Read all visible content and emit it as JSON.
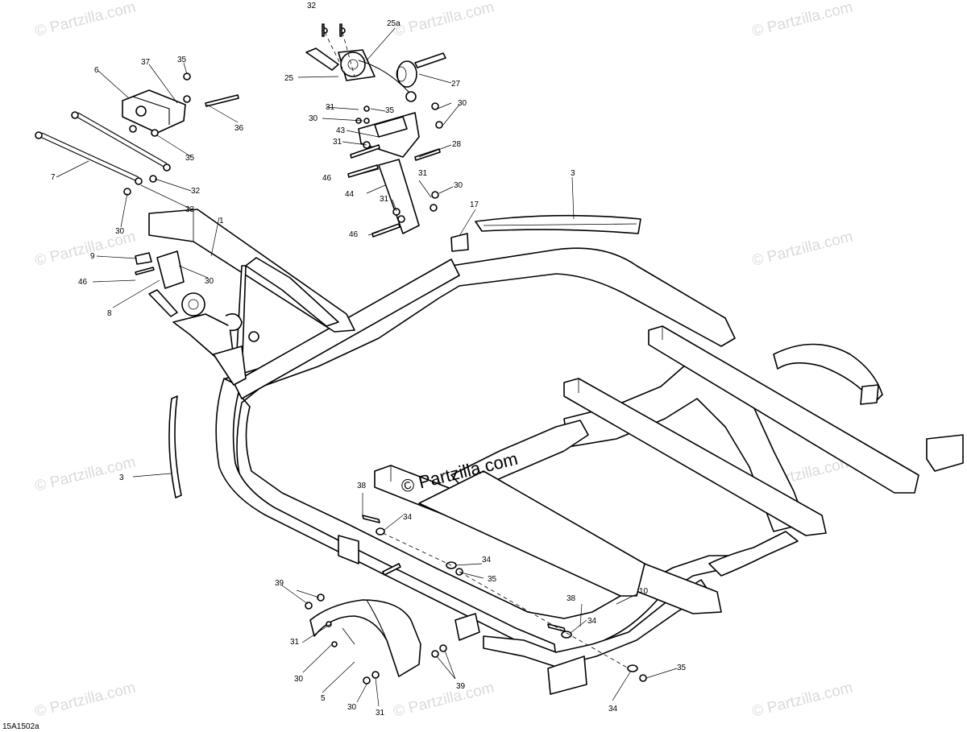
{
  "diagram_code": "15A1502a",
  "watermark_text": "© Partzilla.com",
  "center_watermark_text": "© Partzilla.com",
  "callouts": {
    "c1": "1",
    "c3a": "3",
    "c3b": "3",
    "c5": "5",
    "c6": "6",
    "c7": "7",
    "c8": "8",
    "c9": "9",
    "c10": "10",
    "c17": "17",
    "c25": "25",
    "c25a": "25a",
    "c27": "27",
    "c28": "28",
    "c30a": "30",
    "c30b": "30",
    "c30c": "30",
    "c30d": "30",
    "c30e": "30",
    "c30f": "30",
    "c30g": "30",
    "c31a": "31",
    "c31b": "31",
    "c31c": "31",
    "c31d": "31",
    "c31e": "31",
    "c31f": "31",
    "c32a": "32",
    "c32b": "32",
    "c33": "33",
    "c34a": "34",
    "c34b": "34",
    "c34c": "34",
    "c34d": "34",
    "c35a": "35",
    "c35b": "35",
    "c35c": "35",
    "c35d": "35",
    "c35e": "35",
    "c36": "36",
    "c37": "37",
    "c38a": "38",
    "c38b": "38",
    "c39a": "39",
    "c39b": "39",
    "c43": "43",
    "c44": "44",
    "c46a": "46",
    "c46b": "46",
    "c46c": "46"
  }
}
